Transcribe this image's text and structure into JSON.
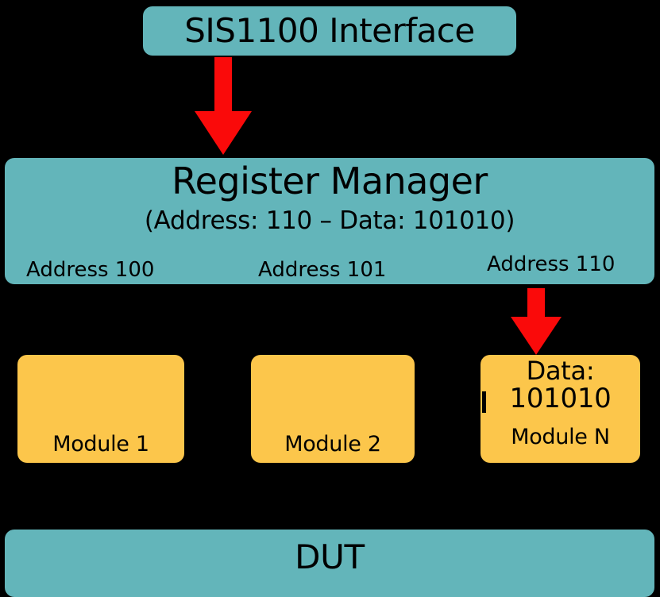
{
  "diagram": {
    "title_block": {
      "label": "SIS1100 Interface"
    },
    "register_manager": {
      "title": "Register Manager",
      "subtitle": "(Address: 110 – Data: 101010)",
      "address_slots": [
        {
          "label": "Address 100"
        },
        {
          "label": "Address 101"
        },
        {
          "label": "Address 110"
        }
      ]
    },
    "modules": [
      {
        "label": "Module 1"
      },
      {
        "label": "Module 2"
      },
      {
        "label": "Module N",
        "data_word": "Data:",
        "data_bits": "101010"
      }
    ],
    "dut": {
      "label": "DUT"
    },
    "colors": {
      "background": "#000000",
      "teal_block": "#63B5BA",
      "amber_module": "#FCC64B",
      "arrow_red": "#FA0A0A",
      "text": "#000000"
    }
  }
}
